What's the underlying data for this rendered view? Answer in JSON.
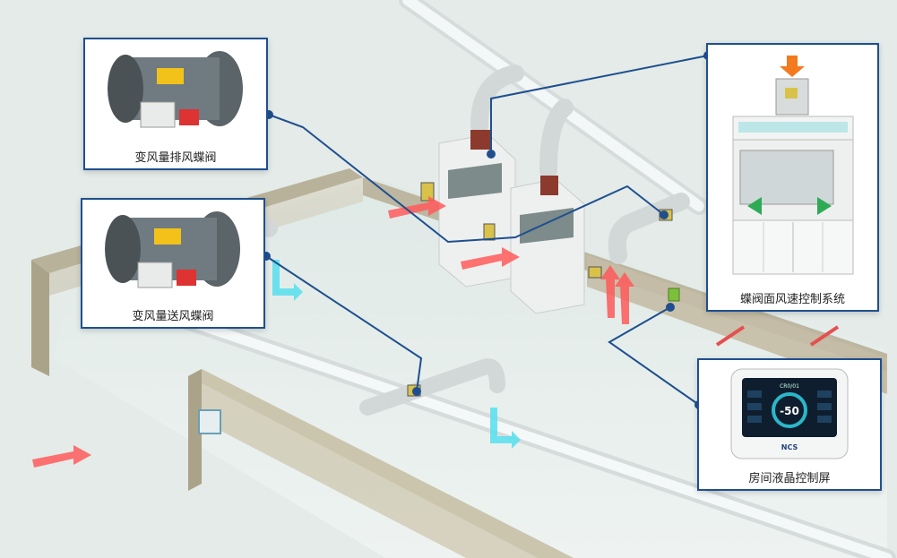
{
  "callouts": {
    "exhaust_valve": {
      "label": "变风量排风蝶阀"
    },
    "supply_valve": {
      "label": "变风量送风蝶阀"
    },
    "face_velocity": {
      "label": "蝶阀面风速控制系统"
    },
    "room_screen": {
      "label": "房间液晶控制屏",
      "display_value": "-50",
      "brand": "NCS",
      "header_text": "CR0/01"
    }
  },
  "colors": {
    "callout_border": "#1f4f8f",
    "leader_line": "#1f4f8f",
    "exhaust_arrow": "#ff5a5a",
    "supply_arrow": "#5ee0ee",
    "wall": "#c9c2ac",
    "duct": "#e9eeee"
  }
}
